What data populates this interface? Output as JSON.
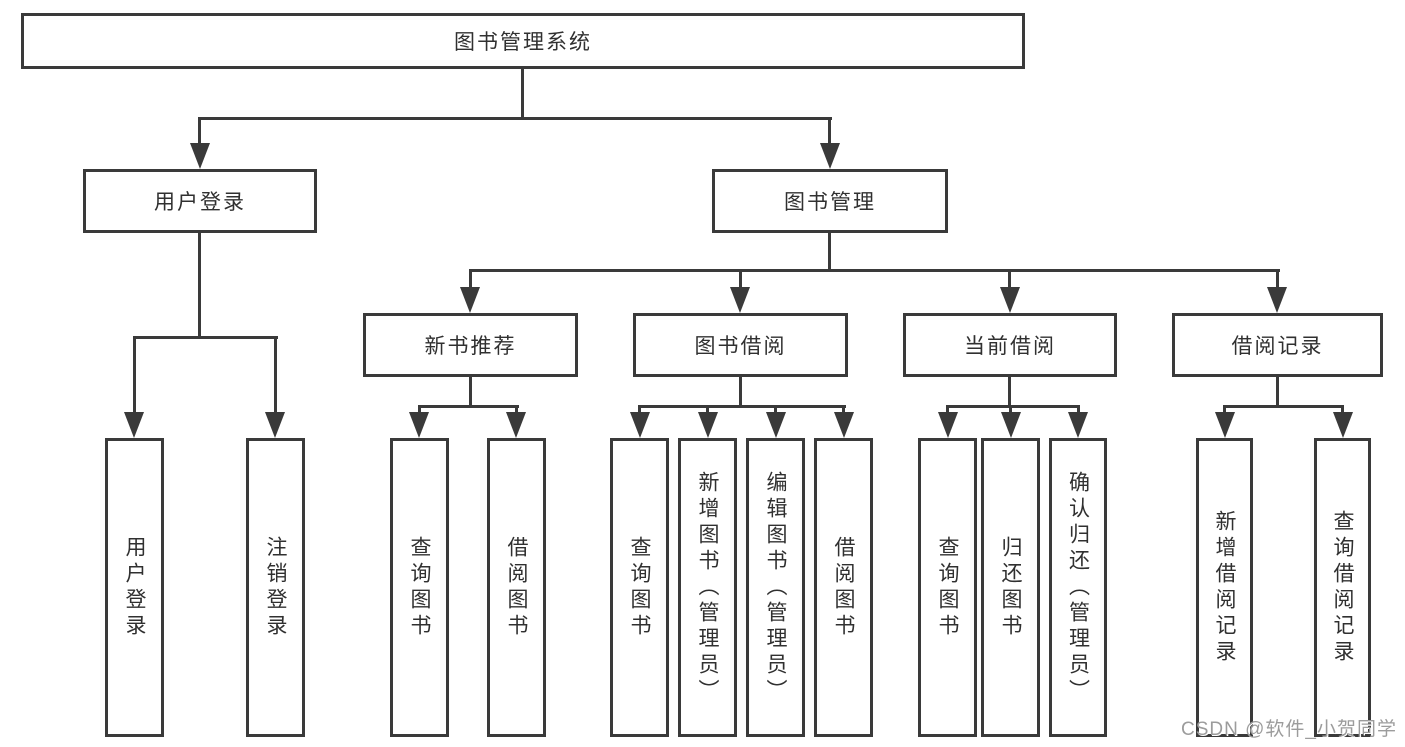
{
  "diagram": {
    "title_node": {
      "label": "图书管理系统"
    },
    "level2": [
      {
        "id": "user-login",
        "label": "用户登录"
      },
      {
        "id": "book-management",
        "label": "图书管理"
      }
    ],
    "level3": [
      {
        "id": "new-book-recommend",
        "label": "新书推荐"
      },
      {
        "id": "book-borrow",
        "label": "图书借阅"
      },
      {
        "id": "current-borrow",
        "label": "当前借阅"
      },
      {
        "id": "borrow-record",
        "label": "借阅记录"
      }
    ],
    "leaves": {
      "user_login": [
        "用户登录",
        "注销登录"
      ],
      "new_book": [
        "查询图书",
        "借阅图书"
      ],
      "book_borrow": [
        "查询图书",
        "新增图书（管理员）",
        "编辑图书（管理员）",
        "借阅图书"
      ],
      "current_borrow": [
        "查询图书",
        "归还图书",
        "确认归还（管理员）"
      ],
      "borrow_record": [
        "新增借阅记录",
        "查询借阅记录"
      ]
    },
    "colors": {
      "line": "#3a3a3a",
      "box_border": "#3a3a3a",
      "text": "#303030",
      "background": "#ffffff",
      "watermark": "#9c9c9c"
    }
  },
  "watermark": {
    "text": "CSDN @软件_小贺同学"
  }
}
